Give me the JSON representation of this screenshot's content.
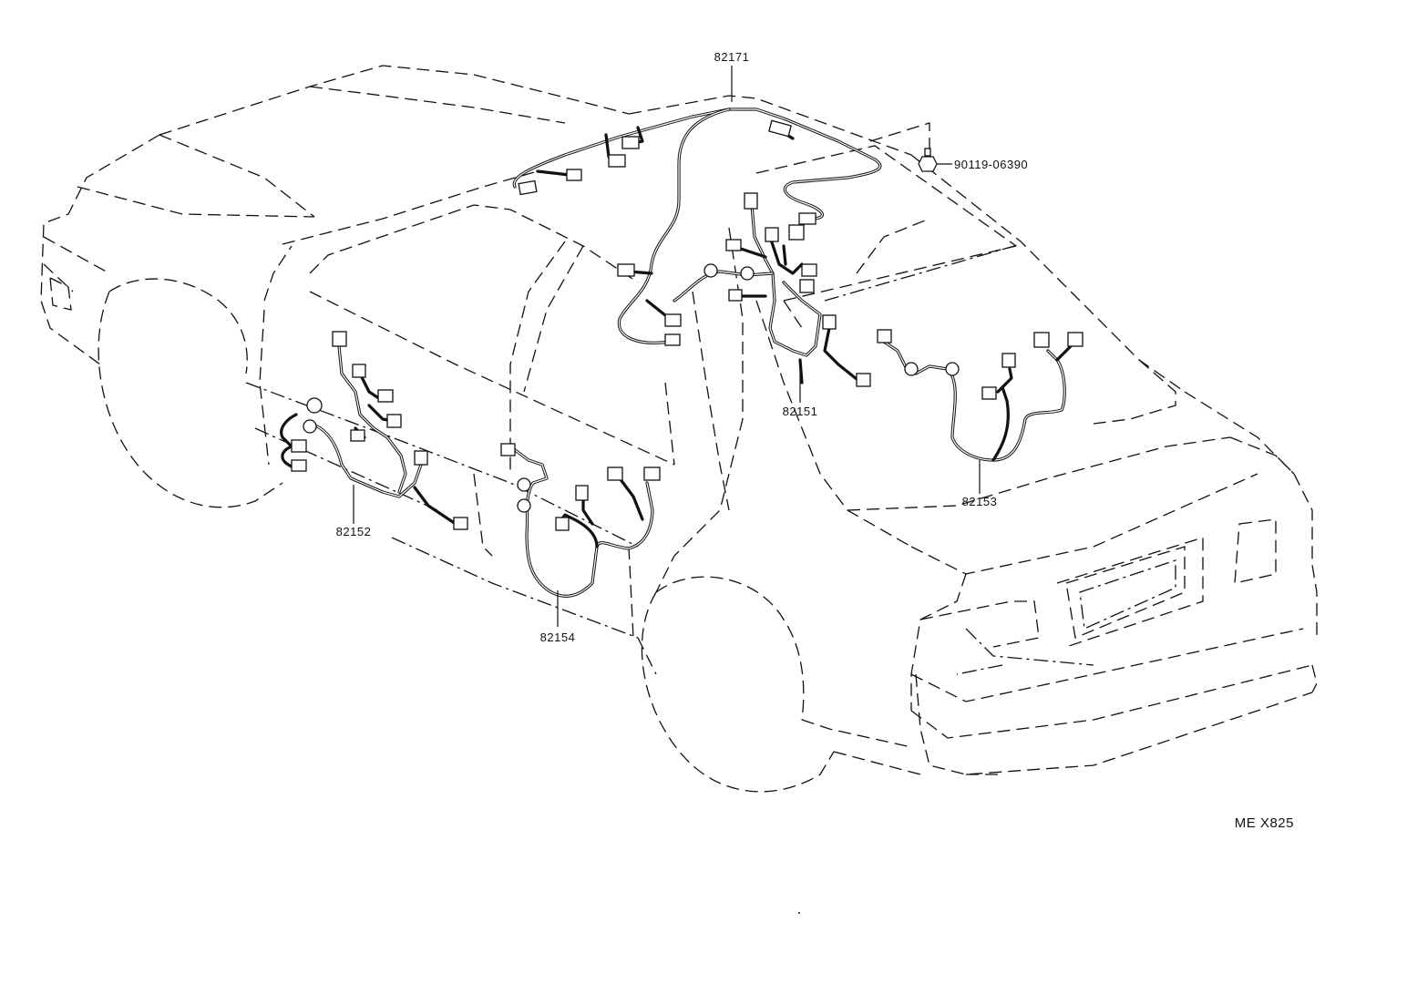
{
  "diagram": {
    "parts": [
      {
        "id": "p82171",
        "number": "82171"
      },
      {
        "id": "p90119",
        "number": "90119-06390"
      },
      {
        "id": "p82151",
        "number": "82151"
      },
      {
        "id": "p82152",
        "number": "82152"
      },
      {
        "id": "p82153",
        "number": "82153"
      },
      {
        "id": "p82154",
        "number": "82154"
      }
    ],
    "figure_code": "ME X825"
  }
}
